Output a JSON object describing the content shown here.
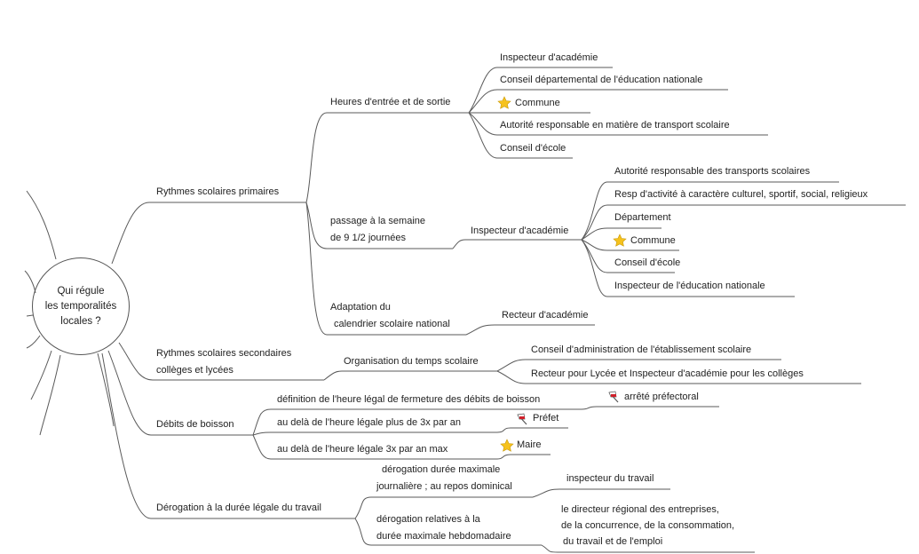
{
  "root": {
    "line1": "Qui régule",
    "line2": "les temporalités",
    "line3": "locales ?"
  },
  "branches": {
    "primaires": {
      "label": "Rythmes scolaires primaires",
      "heures": {
        "label": "Heures d'entrée et de sortie",
        "children": [
          "Inspecteur d'académie",
          "Conseil départemental de l'éducation nationale",
          "Commune",
          "Autorité responsable en matière de transport scolaire",
          "Conseil d'école"
        ]
      },
      "passage": {
        "line1": "passage à la semaine",
        "line2": "de 9 1/2 journées",
        "inspecteur": "Inspecteur d'académie",
        "children": [
          "Autorité responsable des transports scolaires",
          "Resp d'activité à caractère culturel, sportif, social, religieux",
          "Département",
          "Commune",
          "Conseil d'école",
          "Inspecteur de l'éducation nationale"
        ]
      },
      "adaptation": {
        "line1": "Adaptation du",
        "line2": "calendrier scolaire national",
        "child": "Recteur d'académie"
      }
    },
    "secondaires": {
      "line1": "Rythmes scolaires secondaires",
      "line2": "collèges et lycées",
      "organisation": "Organisation du temps scolaire",
      "children": [
        "Conseil d'administration de l'établissement scolaire",
        "Recteur pour Lycée et Inspecteur d'académie pour les collèges"
      ]
    },
    "debits": {
      "label": "Débits de boisson",
      "items": [
        {
          "label": "définition de l'heure légal de fermeture des débits de boisson",
          "authority": "arrêté préfectoral",
          "icon": "flag-icon"
        },
        {
          "label": "au delà de l'heure légale plus de 3x par an",
          "authority": "Préfet",
          "icon": "flag-icon"
        },
        {
          "label": "au delà de l'heure légale 3x par an max",
          "authority": "Maire",
          "icon": "star-icon"
        }
      ]
    },
    "derogation": {
      "label": "Dérogation à la durée légale du travail",
      "journaliere": {
        "line1": "dérogation durée maximale",
        "line2": "journalière ; au repos dominical",
        "child": "inspecteur du travail"
      },
      "hebdo": {
        "line1": "dérogation relatives à la",
        "line2": "durée maximale hebdomadaire",
        "child1": "le directeur régional des entreprises,",
        "child2": "de la concurrence, de la consommation,",
        "child3": "du travail et de l'emploi"
      }
    }
  },
  "colors": {
    "line": "#5a5a5a",
    "star": "#f6c21c",
    "flag": "#d0202a"
  }
}
